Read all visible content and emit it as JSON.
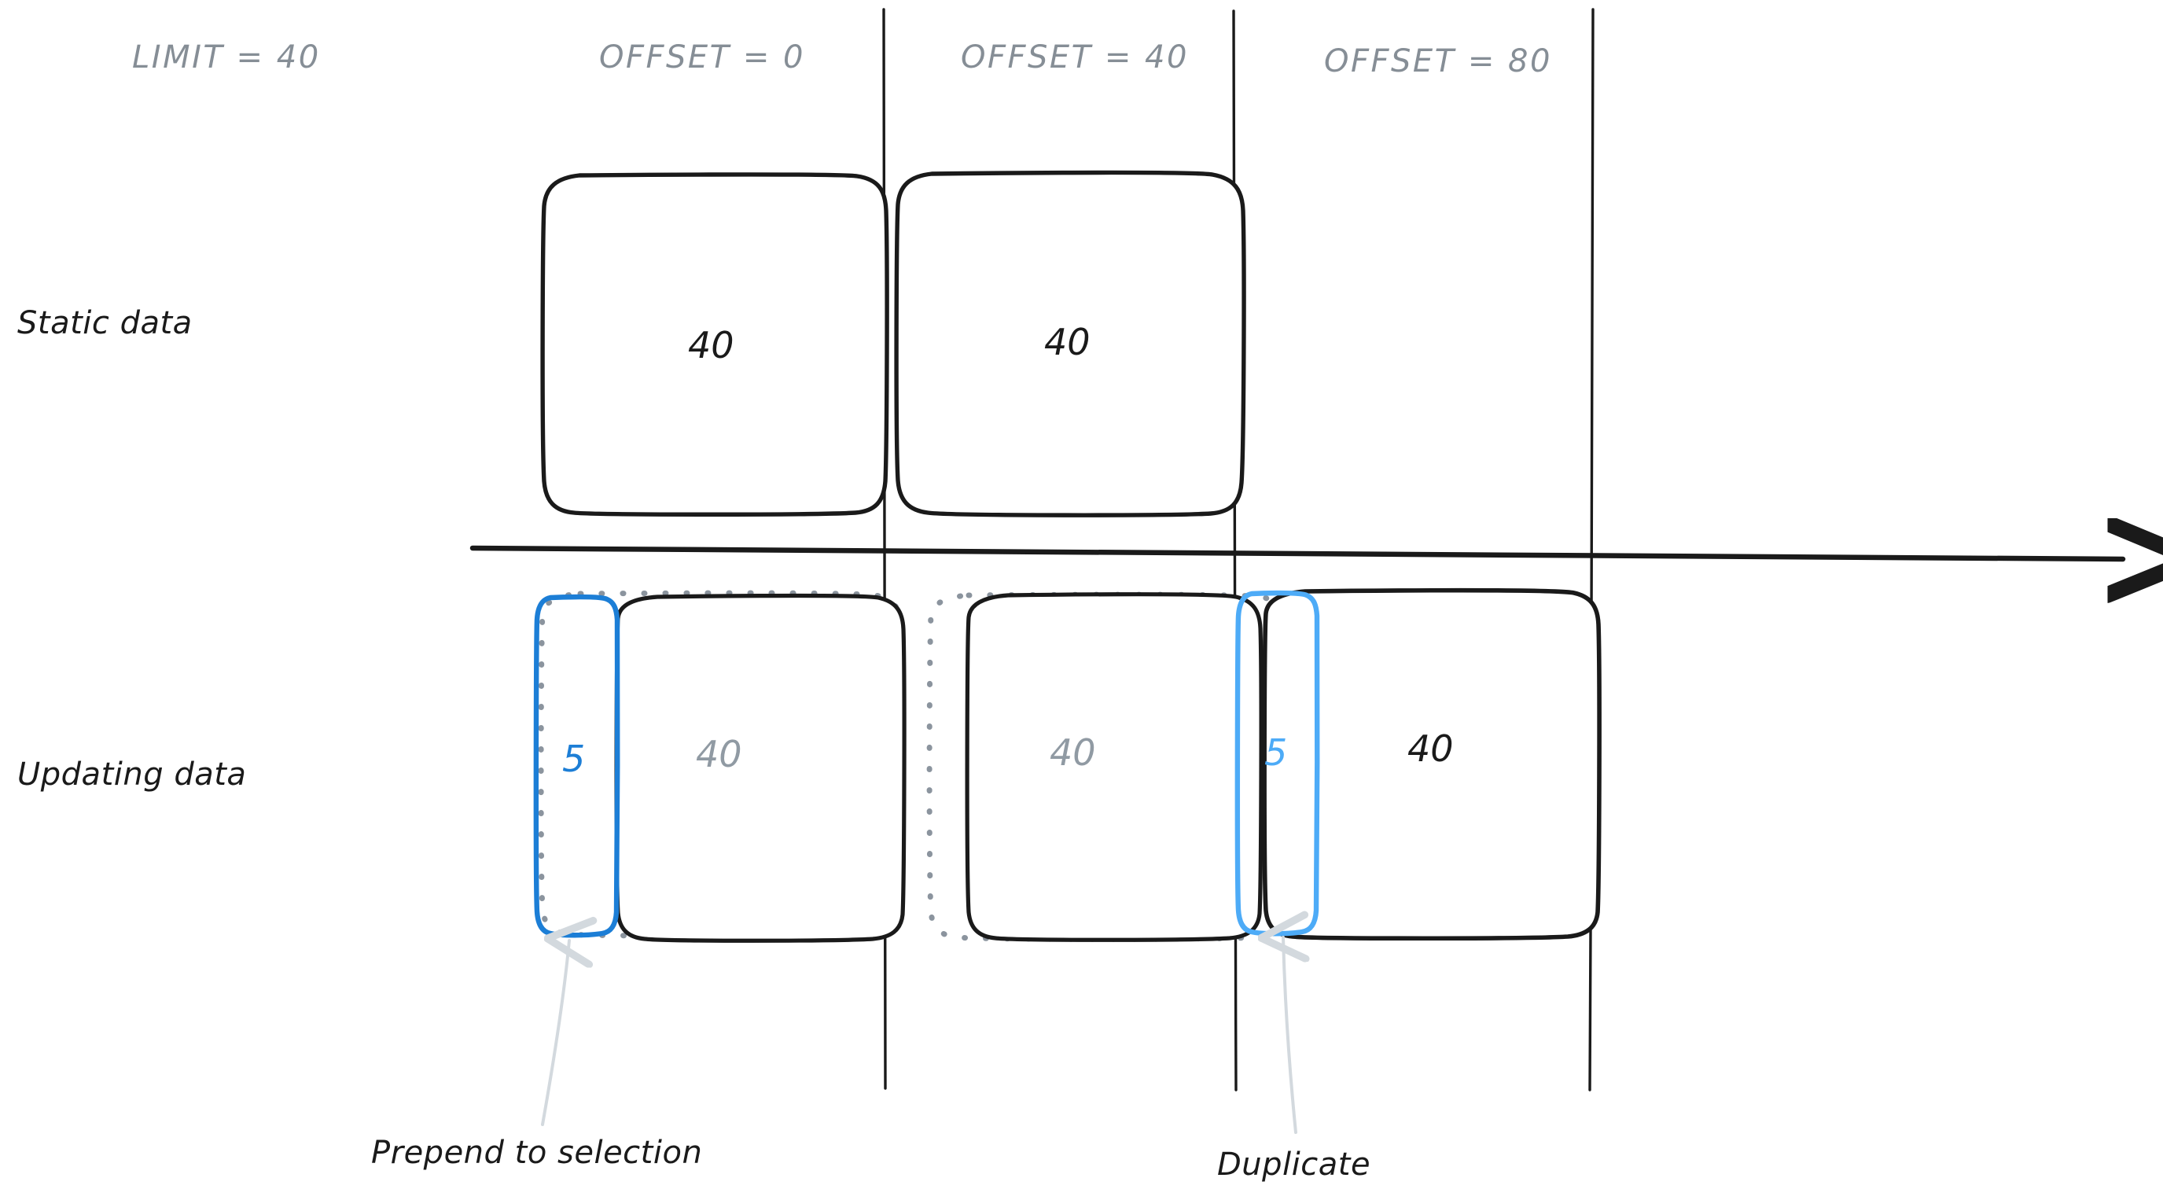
{
  "diagram": {
    "title_label": "LIMIT = 40",
    "columns": [
      {
        "label": "OFFSET = 0"
      },
      {
        "label": "OFFSET = 40"
      },
      {
        "label": "OFFSET = 80"
      }
    ],
    "rows": [
      {
        "label": "Static data"
      },
      {
        "label": "Updating data"
      }
    ],
    "static_row": {
      "boxes": [
        {
          "value": "40",
          "style": "solid-black"
        },
        {
          "value": "40",
          "style": "solid-black"
        }
      ]
    },
    "updating_row": {
      "ghost_boxes": [
        {
          "style": "dotted-gray"
        },
        {
          "style": "dotted-gray"
        }
      ],
      "boxes": [
        {
          "value": "5",
          "style": "blue-dark-outline"
        },
        {
          "value": "40",
          "style": "solid-gray"
        },
        {
          "value": "40",
          "style": "solid-gray"
        },
        {
          "value": "5",
          "style": "blue-light-outline"
        },
        {
          "value": "40",
          "style": "solid-black"
        }
      ]
    },
    "annotations": [
      {
        "label": "Prepend to selection",
        "target": "5"
      },
      {
        "label": "Duplicate",
        "target": "5"
      }
    ],
    "axis": {
      "direction": "right",
      "kind": "timeline-arrow"
    },
    "colors": {
      "header_text": "#868e96",
      "body_text": "#1a1a1a",
      "stroke_dark": "#1a1a1a",
      "stroke_gray": "#909aa3",
      "ghost_dotted": "#8b949e",
      "blue_dark": "#1c7ed6",
      "blue_light": "#4dabf7",
      "arrow_light": "#d3d9de",
      "background": "#ffffff"
    }
  }
}
